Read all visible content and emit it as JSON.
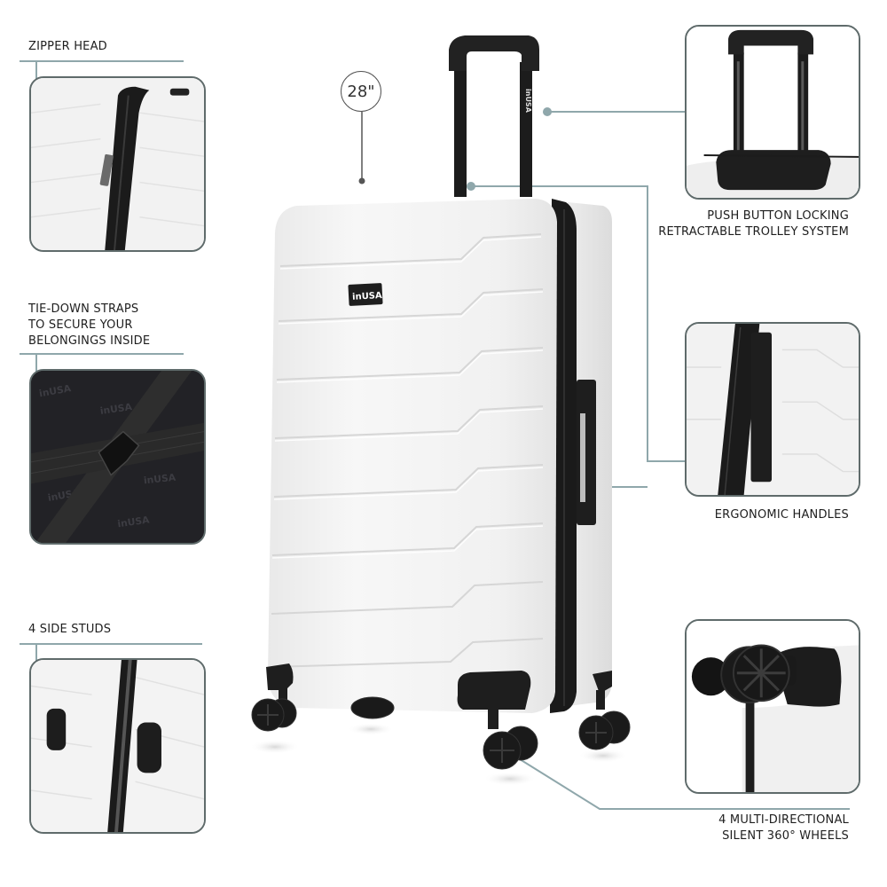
{
  "product": {
    "brand_badge": "inUSA",
    "size_label": "28\"",
    "color": "white"
  },
  "features": [
    {
      "id": "zipper-head",
      "label": "ZIPPER HEAD",
      "side": "left"
    },
    {
      "id": "tie-down-straps",
      "label": "TIE-DOWN STRAPS\nTO SECURE YOUR\nBELONGINGS INSIDE",
      "side": "left"
    },
    {
      "id": "side-studs",
      "label": "4 SIDE STUDS",
      "side": "left"
    },
    {
      "id": "trolley",
      "label": "PUSH BUTTON LOCKING\nRETRACTABLE TROLLEY SYSTEM",
      "side": "right"
    },
    {
      "id": "handles",
      "label": "ERGONOMIC HANDLES",
      "side": "right"
    },
    {
      "id": "wheels",
      "label": "4 MULTI-DIRECTIONAL\nSILENT 360°  WHEELS",
      "side": "right"
    }
  ],
  "colors": {
    "callout_line": "#8fa7ab",
    "thumb_border": "#5f6b6b",
    "shell": "#f3f3f3",
    "black_parts": "#1c1c1c"
  }
}
